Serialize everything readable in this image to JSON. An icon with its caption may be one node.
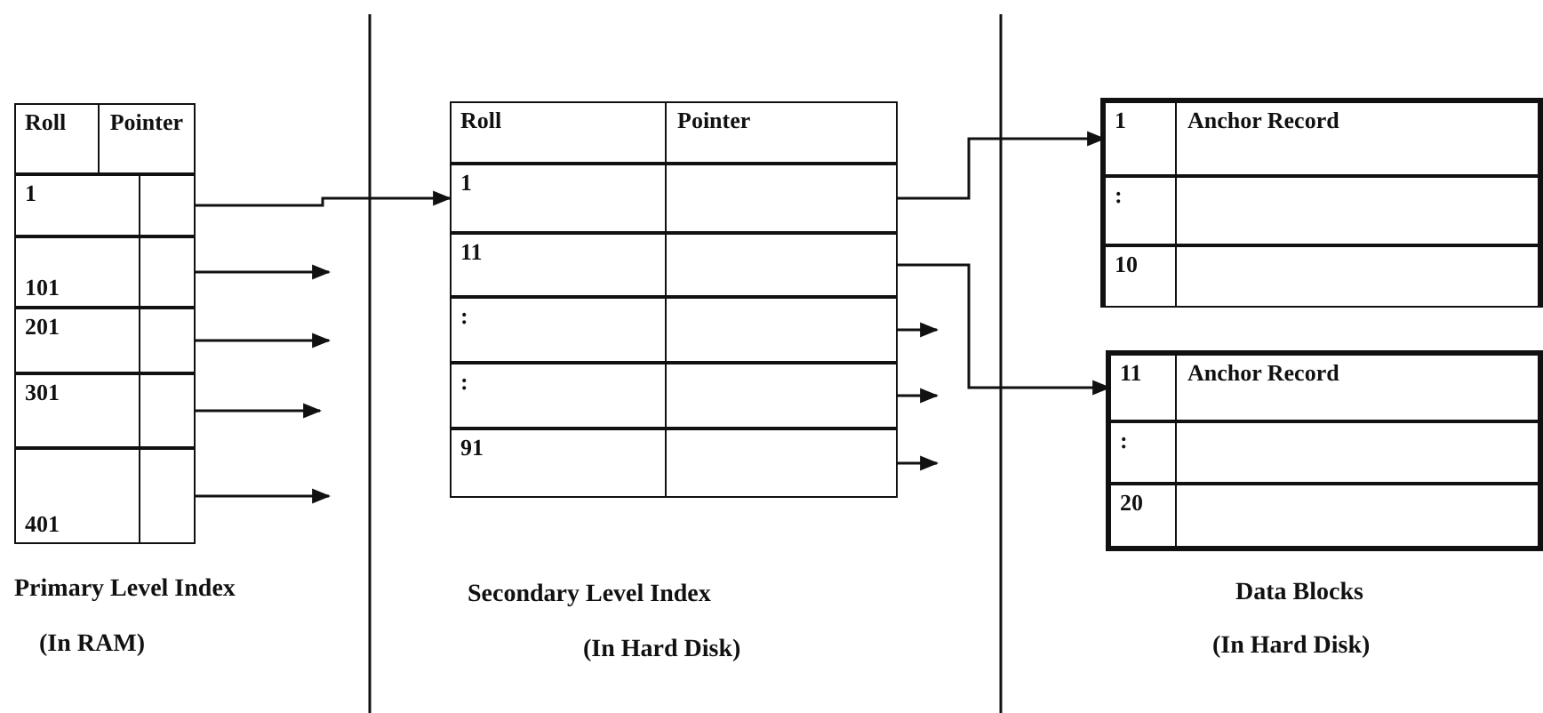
{
  "diagram": {
    "nodes": [
      {
        "text": [
          "Primary Level Index",
          "(In RAM)"
        ]
      },
      {
        "text": [
          "Roll",
          "Pointer"
        ],
        "in": 0
      },
      {
        "text": [
          "1"
        ],
        "in": 0
      },
      {
        "text": [
          "101"
        ],
        "in": 0
      },
      {
        "text": [
          "201"
        ],
        "in": 0
      },
      {
        "text": [
          "301"
        ],
        "in": 0
      },
      {
        "text": [
          "401"
        ],
        "in": 0
      },
      {
        "text": [
          "Secondary Level Index",
          "(In Hard Disk)"
        ]
      },
      {
        "text": [
          "Roll",
          "Pointer"
        ],
        "in": 7
      },
      {
        "text": [
          "1"
        ],
        "in": 7
      },
      {
        "text": [
          "11"
        ],
        "in": 7
      },
      {
        "text": [
          ":"
        ],
        "in": 7
      },
      {
        "text": [
          ":"
        ],
        "in": 7
      },
      {
        "text": [
          "91"
        ],
        "in": 7
      },
      {
        "text": [
          "Data Blocks",
          "(In Hard Disk)"
        ]
      },
      {
        "text": [],
        "shape": "box",
        "in": 14
      },
      {
        "text": [
          "1",
          "Anchor Record"
        ],
        "in": 15
      },
      {
        "text": [
          ":"
        ],
        "in": 15
      },
      {
        "text": [
          "10"
        ],
        "in": 15
      },
      {
        "text": [],
        "shape": "box",
        "in": 14
      },
      {
        "text": [
          "11",
          "Anchor Record"
        ],
        "in": 19
      },
      {
        "text": [
          ":"
        ],
        "in": 19
      },
      {
        "text": [
          "20"
        ],
        "in": 19
      }
    ],
    "edges": [
      {
        "from": 2,
        "to": 9,
        "arrow": "to"
      },
      {
        "from": 3,
        "to": null,
        "arrow": "to"
      },
      {
        "from": 4,
        "to": null,
        "arrow": "to"
      },
      {
        "from": 5,
        "to": null,
        "arrow": "to"
      },
      {
        "from": 6,
        "to": null,
        "arrow": "to"
      },
      {
        "from": 9,
        "to": 16,
        "arrow": "to"
      },
      {
        "from": 10,
        "to": 20,
        "arrow": "to"
      },
      {
        "from": 11,
        "to": null,
        "arrow": "to"
      },
      {
        "from": 12,
        "to": null,
        "arrow": "to"
      },
      {
        "from": 13,
        "to": null,
        "arrow": "to"
      }
    ]
  }
}
